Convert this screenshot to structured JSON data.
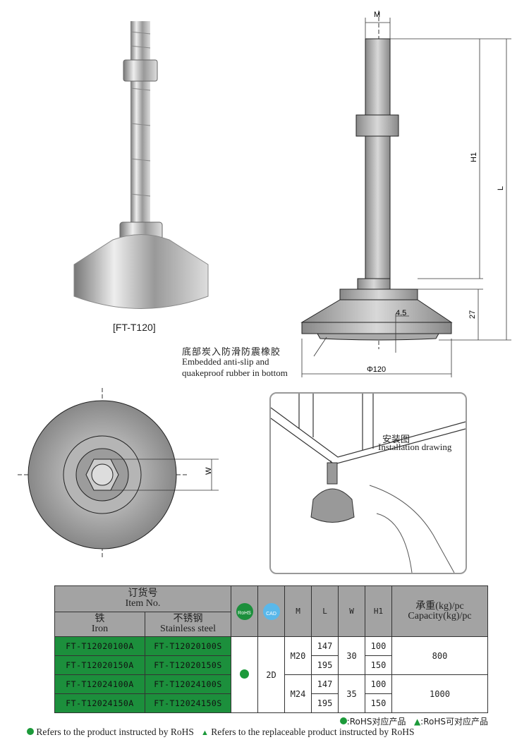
{
  "product_label": "[FT-T120]",
  "dimensions": {
    "m": "M",
    "h1": "H1",
    "l": "L",
    "height_27": "27",
    "rubber_4_5": "4.5",
    "diameter": "Φ120",
    "w": "W"
  },
  "rubber_note": {
    "zh": "底部炭入防滑防震橡胶",
    "en1": "Embedded anti-slip and",
    "en2": "quakeproof rubber in bottom"
  },
  "installation": {
    "zh": "安装图",
    "en": "Installation drawing"
  },
  "table": {
    "item_no_zh": "订货号",
    "item_no_en": "Item No.",
    "iron_zh": "铁",
    "iron_en": "Iron",
    "ss_zh": "不锈钢",
    "ss_en": "Stainless steel",
    "rohs_icon": "RoHS",
    "cad_icon": "CAD",
    "m": "M",
    "l": "L",
    "w": "W",
    "h1": "H1",
    "cap_zh": "承重(kg)/pc",
    "cap_en": "Capacity(kg)/pc",
    "rows": [
      {
        "iron": "FT-T12020100A",
        "ss": "FT-T12020100S",
        "l": "147",
        "h1": "100"
      },
      {
        "iron": "FT-T12020150A",
        "ss": "FT-T12020150S",
        "l": "195",
        "h1": "150"
      },
      {
        "iron": "FT-T12024100A",
        "ss": "FT-T12024100S",
        "l": "147",
        "h1": "100"
      },
      {
        "iron": "FT-T12024150A",
        "ss": "FT-T12024150S",
        "l": "195",
        "h1": "150"
      }
    ],
    "groups": [
      {
        "m": "M20",
        "w": "30",
        "cap": "800"
      },
      {
        "m": "M24",
        "w": "35",
        "cap": "1000"
      }
    ],
    "cad": "2D"
  },
  "legend": {
    "zh1": ":RoHS对应产品",
    "zh2": ":RoHS可对应产品",
    "en1": "Refers to the product instructed by RoHS",
    "en2": "Refers to the replaceable product instructed by RoHS"
  },
  "colors": {
    "green": "#1c8f3c",
    "header": "#a3a3a3"
  }
}
